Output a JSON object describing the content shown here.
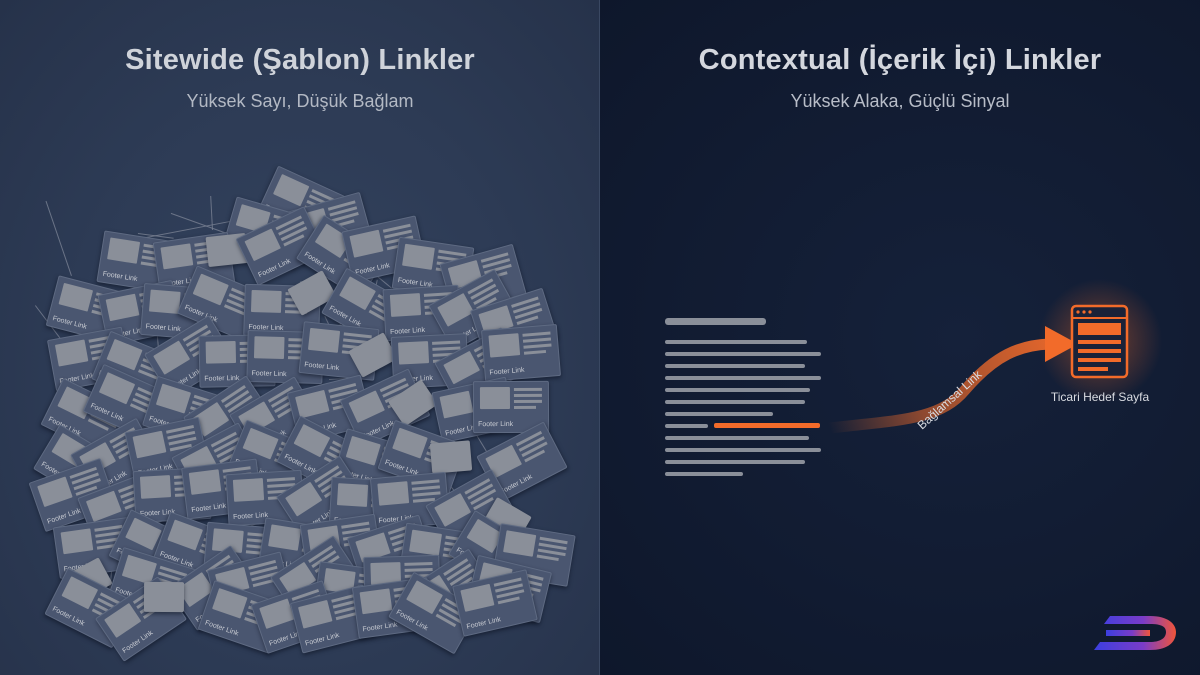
{
  "left_panel": {
    "title": "Sitewide (Şablon) Linkler",
    "subtitle": "Yüksek Sayı, Düşük Bağlam",
    "card_caption": "Footer Link"
  },
  "right_panel": {
    "title": "Contextual (İçerik İçi) Linkler",
    "subtitle": "Yüksek Alaka, Güçlü Sinyal",
    "arrow_label": "Bağlamsal Link",
    "target_label": "Ticari Hedef Sayfa"
  },
  "colors": {
    "left_bg": "#2d3b55",
    "right_bg": "#111b31",
    "accent": "#f26b2a",
    "text_bar": "#8a8f99"
  },
  "icons": [
    "web-page-icon",
    "brand-logo-icon"
  ]
}
